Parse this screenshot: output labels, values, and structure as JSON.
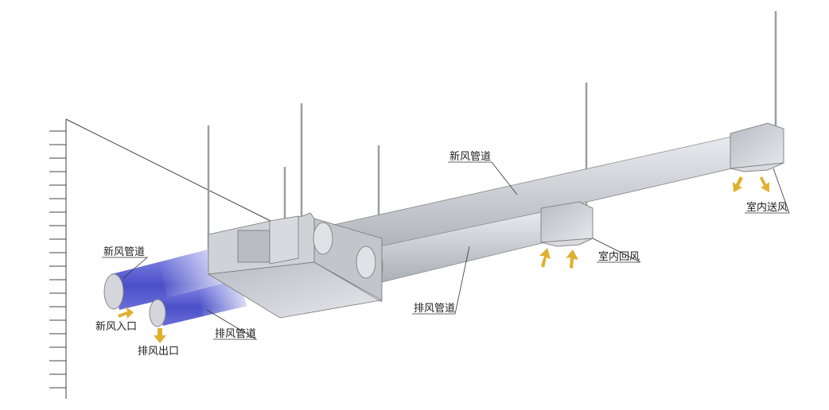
{
  "labels": {
    "fresh_duct_left": "新风管道",
    "fresh_inlet": "新风入口",
    "exhaust_outlet": "排风出口",
    "exhaust_duct_left": "排风管道",
    "exhaust_duct_main": "排风管道",
    "fresh_duct_main": "新风管道",
    "indoor_return": "室内回风",
    "indoor_supply": "室内送风"
  },
  "colors": {
    "fresh_pipe": "#5a5fd0",
    "metal": "#c9ccd2",
    "arrow": "#e0b030"
  }
}
